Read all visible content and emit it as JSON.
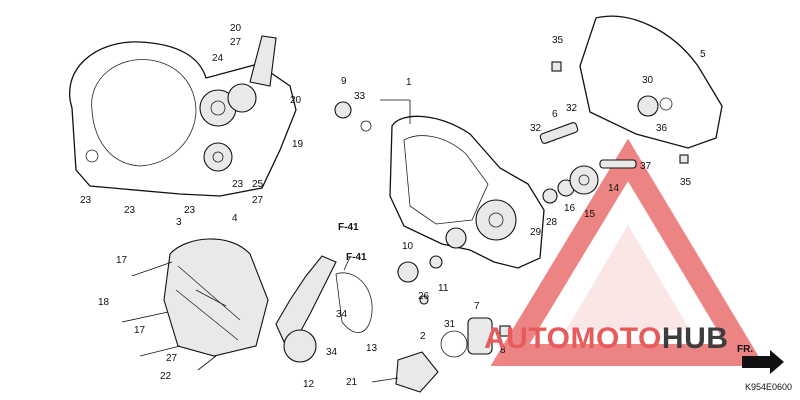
{
  "diagram": {
    "code": "K954E0600",
    "fr_label": "FR.",
    "refs": [
      "F-41",
      "F-41"
    ],
    "callouts": [
      "1",
      "2",
      "3",
      "4",
      "5",
      "6",
      "7",
      "8",
      "9",
      "10",
      "11",
      "12",
      "13",
      "14",
      "15",
      "16",
      "17",
      "17",
      "18",
      "19",
      "20",
      "20",
      "21",
      "22",
      "23",
      "23",
      "23",
      "23",
      "24",
      "25",
      "26",
      "27",
      "27",
      "27",
      "28",
      "29",
      "30",
      "31",
      "32",
      "32",
      "33",
      "34",
      "34",
      "35",
      "35",
      "36",
      "37"
    ],
    "watermark": {
      "part1": "AUTOMOTO",
      "part2": "HUB",
      "colors": {
        "accent": "#e85b5b",
        "dark": "#3d3d3d"
      }
    }
  }
}
